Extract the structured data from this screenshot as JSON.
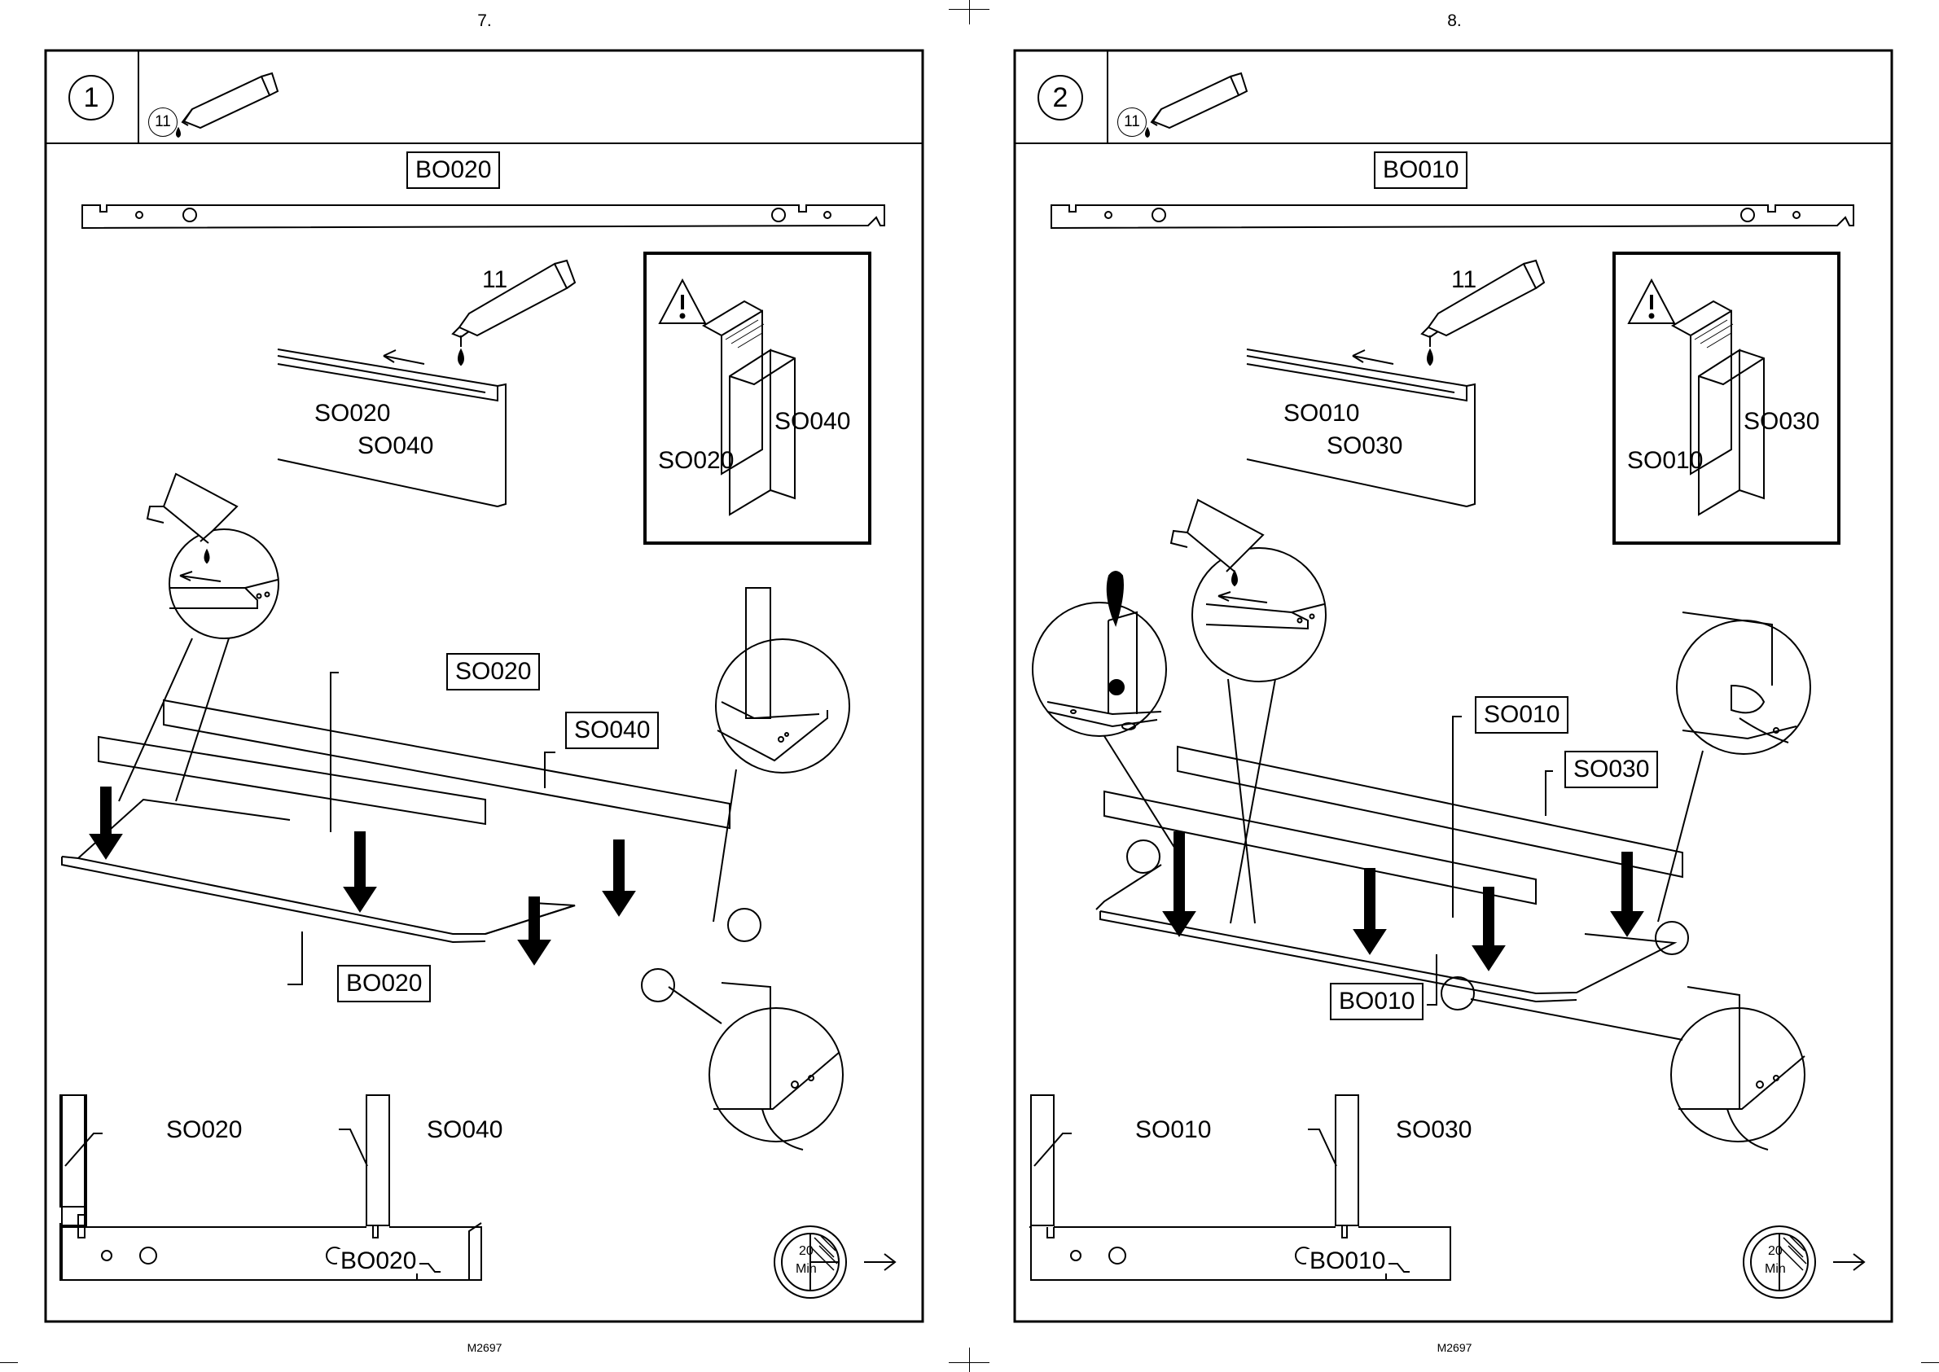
{
  "pages": [
    {
      "page_number": "7.",
      "footer_code": "M2697",
      "step": "1",
      "glue_qty": "11",
      "glue_ref": "11",
      "base_top_label": "BO020",
      "rail_a": "SO020",
      "rail_b": "SO040",
      "detail_left": "SO020",
      "detail_right": "SO040",
      "callout_rail_a": "SO020",
      "callout_rail_b": "SO040",
      "callout_base": "BO020",
      "bottom_left_label": "SO020",
      "bottom_right_label": "SO040",
      "bottom_base_label": "BO020",
      "timer_value": "20",
      "timer_unit": "Min"
    },
    {
      "page_number": "8.",
      "footer_code": "M2697",
      "step": "2",
      "glue_qty": "11",
      "glue_ref": "11",
      "base_top_label": "BO010",
      "rail_a": "SO010",
      "rail_b": "SO030",
      "detail_left": "SO010",
      "detail_right": "SO030",
      "callout_rail_a": "SO010",
      "callout_rail_b": "SO030",
      "callout_base": "BO010",
      "bottom_left_label": "SO010",
      "bottom_right_label": "SO030",
      "bottom_base_label": "BO010",
      "timer_value": "20",
      "timer_unit": "Min"
    }
  ],
  "icons": {
    "glue": "glue-tube-icon",
    "warning": "warning-triangle-icon",
    "timer": "stopwatch-icon",
    "next": "arrow-right-icon",
    "press_down": "arrow-down-icon"
  },
  "colors": {
    "ink": "#000000",
    "paper": "#ffffff"
  }
}
